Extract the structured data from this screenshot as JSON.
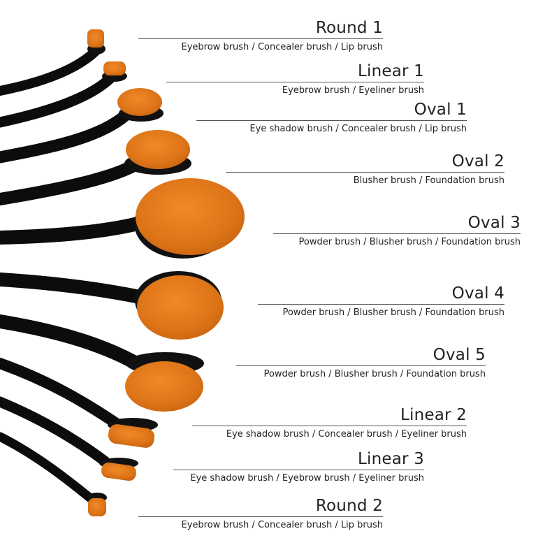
{
  "brushes": [
    {
      "name": "Round 1",
      "uses": "Eyebrow brush / Concealer brush / Lip brush"
    },
    {
      "name": "Linear 1",
      "uses": "Eyebrow brush / Eyeliner brush"
    },
    {
      "name": "Oval 1",
      "uses": "Eye shadow brush / Concealer brush / Lip brush"
    },
    {
      "name": "Oval 2",
      "uses": "Blusher brush / Foundation brush"
    },
    {
      "name": "Oval 3",
      "uses": "Powder brush /  Blusher brush / Foundation brush"
    },
    {
      "name": "Oval 4",
      "uses": "Powder brush /  Blusher brush / Foundation brush"
    },
    {
      "name": "Oval 5",
      "uses": "Powder brush /  Blusher brush / Foundation brush"
    },
    {
      "name": "Linear 2",
      "uses": "Eye shadow brush / Concealer brush / Eyeliner brush"
    },
    {
      "name": "Linear 3",
      "uses": "Eye shadow brush / Eyebrow brush / Eyeliner brush"
    },
    {
      "name": "Round 2",
      "uses": "Eyebrow brush / Concealer brush / Lip brush"
    }
  ],
  "colors": {
    "bristle": "#e07a1e",
    "bristle_tip": "#f2b561",
    "handle": "#0d0d0d",
    "rule": "#555555",
    "text": "#222222"
  }
}
